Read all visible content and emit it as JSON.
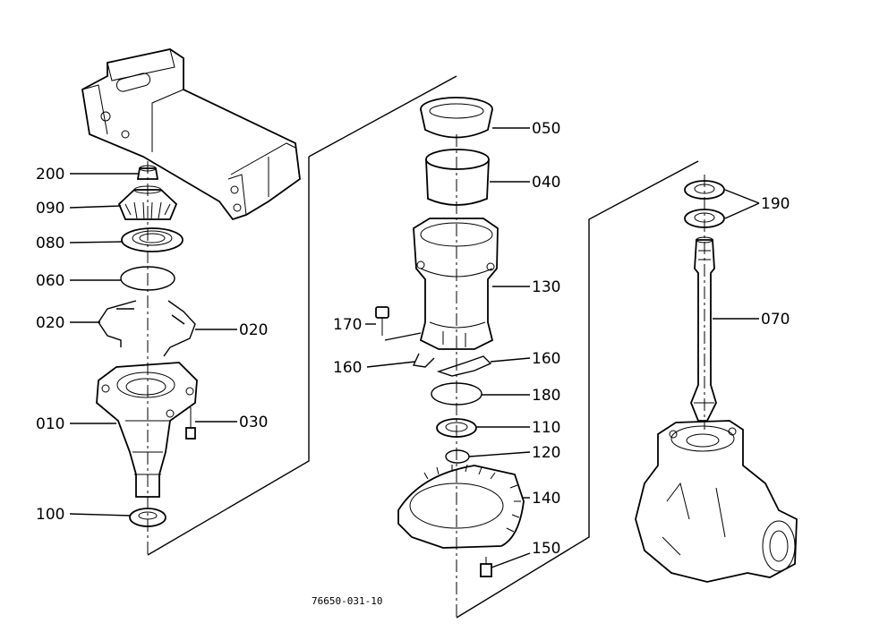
{
  "diagram": {
    "caption": "76650-031-10",
    "labels": {
      "p200": "200",
      "p090": "090",
      "p080": "080",
      "p060": "060",
      "p020a": "020",
      "p020b": "020",
      "p010": "010",
      "p030": "030",
      "p100": "100",
      "p050": "050",
      "p040": "040",
      "p130": "130",
      "p170": "170",
      "p160a": "160",
      "p160b": "160",
      "p180": "180",
      "p110": "110",
      "p120": "120",
      "p140": "140",
      "p150": "150",
      "p190": "190",
      "p070": "070"
    }
  }
}
